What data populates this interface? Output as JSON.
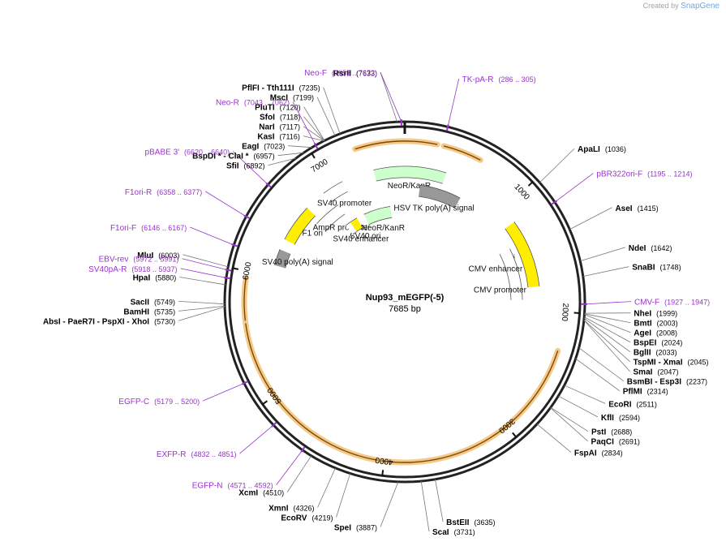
{
  "watermark": {
    "prefix": "Created by",
    "brand": "SnapGene"
  },
  "plasmid": {
    "name": "Nup93_mEGFP(-5)",
    "length_label": "7685 bp",
    "length": 7685
  },
  "colors": {
    "primer": "#9933cc",
    "site": "#000000",
    "ring": "#222222",
    "highlight": "#f5c98a",
    "ori": "#ffee00",
    "neo": "#ccffcc",
    "promoter": "#ffffff",
    "term": "#999999"
  },
  "ticks": [
    "1000",
    "2000",
    "3000",
    "4000",
    "5000",
    "6000",
    "7000"
  ],
  "sites": [
    {
      "name": "RsrII",
      "pos": "(7633)",
      "bp": 7633
    },
    {
      "name": "PflFI  - Tth111I",
      "pos": "(7235)",
      "bp": 7235
    },
    {
      "name": "MscI",
      "pos": "(7199)",
      "bp": 7199
    },
    {
      "name": "PluTI",
      "pos": "(7120)",
      "bp": 7120
    },
    {
      "name": "SfoI",
      "pos": "(7118)",
      "bp": 7118
    },
    {
      "name": "NarI",
      "pos": "(7117)",
      "bp": 7117
    },
    {
      "name": "KasI",
      "pos": "(7116)",
      "bp": 7116
    },
    {
      "name": "EagI",
      "pos": "(7023)",
      "bp": 7023
    },
    {
      "name": "BspDI * - ClaI *",
      "pos": "(6957)",
      "bp": 6957
    },
    {
      "name": "SfiI",
      "pos": "(6892)",
      "bp": 6892
    },
    {
      "name": "MluI",
      "pos": "(6003)",
      "bp": 6003
    },
    {
      "name": "HpaI",
      "pos": "(5880)",
      "bp": 5880
    },
    {
      "name": "SacII",
      "pos": "(5749)",
      "bp": 5749
    },
    {
      "name": "BamHI",
      "pos": "(5735)",
      "bp": 5735
    },
    {
      "name": "AbsI  - PaeR7I  - PspXI  - XhoI",
      "pos": "(5730)",
      "bp": 5730
    },
    {
      "name": "XcmI",
      "pos": "(4510)",
      "bp": 4510
    },
    {
      "name": "XmnI",
      "pos": "(4326)",
      "bp": 4326
    },
    {
      "name": "EcoRV",
      "pos": "(4219)",
      "bp": 4219
    },
    {
      "name": "SpeI",
      "pos": "(3887)",
      "bp": 3887
    },
    {
      "name": "ScaI",
      "pos": "(3731)",
      "bp": 3731
    },
    {
      "name": "BstEII",
      "pos": "(3635)",
      "bp": 3635
    },
    {
      "name": "ApaLI",
      "pos": "(1036)",
      "bp": 1036
    },
    {
      "name": "AseI",
      "pos": "(1415)",
      "bp": 1415
    },
    {
      "name": "NdeI",
      "pos": "(1642)",
      "bp": 1642
    },
    {
      "name": "SnaBI",
      "pos": "(1748)",
      "bp": 1748
    },
    {
      "name": "NheI",
      "pos": "(1999)",
      "bp": 1999
    },
    {
      "name": "BmtI",
      "pos": "(2003)",
      "bp": 2003
    },
    {
      "name": "AgeI",
      "pos": "(2008)",
      "bp": 2008
    },
    {
      "name": "BspEI",
      "pos": "(2024)",
      "bp": 2024
    },
    {
      "name": "BglII",
      "pos": "(2033)",
      "bp": 2033
    },
    {
      "name": "TspMI  - XmaI",
      "pos": "(2045)",
      "bp": 2045
    },
    {
      "name": "SmaI",
      "pos": "(2047)",
      "bp": 2047
    },
    {
      "name": "BsmBI  - Esp3I",
      "pos": "(2237)",
      "bp": 2237
    },
    {
      "name": "PflMI",
      "pos": "(2314)",
      "bp": 2314
    },
    {
      "name": "EcoRI",
      "pos": "(2511)",
      "bp": 2511
    },
    {
      "name": "KflI",
      "pos": "(2594)",
      "bp": 2594
    },
    {
      "name": "PstI",
      "pos": "(2688)",
      "bp": 2688
    },
    {
      "name": "PaqCI",
      "pos": "(2691)",
      "bp": 2691
    },
    {
      "name": "FspAI",
      "pos": "(2834)",
      "bp": 2834
    }
  ],
  "primers": [
    {
      "name": "Neo-F",
      "range": "(7653 .. 7672)",
      "bp": 7662
    },
    {
      "name": "TK-pA-R",
      "range": "(286 .. 305)",
      "bp": 295
    },
    {
      "name": "Neo-R",
      "range": "(7043 .. 7062)",
      "bp": 7052
    },
    {
      "name": "pBABE 3'",
      "range": "(6620 .. 6640)",
      "bp": 6630
    },
    {
      "name": "F1ori-R",
      "range": "(6358 .. 6377)",
      "bp": 6367
    },
    {
      "name": "F1ori-F",
      "range": "(6146 .. 6167)",
      "bp": 6156
    },
    {
      "name": "EBV-rev",
      "range": "(5972 .. 5991)",
      "bp": 5981
    },
    {
      "name": "SV40pA-R",
      "range": "(5918 .. 5937)",
      "bp": 5927
    },
    {
      "name": "EGFP-C",
      "range": "(5179 .. 5200)",
      "bp": 5190
    },
    {
      "name": "EXFP-R",
      "range": "(4832 .. 4851)",
      "bp": 4842
    },
    {
      "name": "EGFP-N",
      "range": "(4571 .. 4592)",
      "bp": 4581
    },
    {
      "name": "pBR322ori-F",
      "range": "(1195 .. 1214)",
      "bp": 1204
    },
    {
      "name": "CMV-F",
      "range": "(1927 .. 1947)",
      "bp": 1937
    }
  ],
  "features": [
    {
      "label": "NeoR/KanR",
      "start": 7400,
      "end": 380,
      "type": "neo",
      "track": 1
    },
    {
      "label": "HSV TK poly(A) signal",
      "start": 160,
      "end": 600,
      "type": "term",
      "track": 2
    },
    {
      "label": "ori",
      "start": 1150,
      "end": 1780,
      "type": "ori",
      "track": 1
    },
    {
      "label": "CMV enhancer",
      "start": 1350,
      "end": 1700,
      "type": "promoter",
      "track": 2
    },
    {
      "label": "CMV promoter",
      "start": 1700,
      "end": 1900,
      "type": "promoter",
      "track": 2
    },
    {
      "label": "F1 ori",
      "start": 6350,
      "end": 6700,
      "type": "ori",
      "track": 1
    },
    {
      "label": "AmpR promoter",
      "start": 6650,
      "end": 6950,
      "type": "promoter",
      "track": 2
    },
    {
      "label": "SV40 promoter",
      "start": 6900,
      "end": 7100,
      "type": "promoter",
      "track": 1
    },
    {
      "label": "SV40 poly(A) signal",
      "start": 6100,
      "end": 6250,
      "type": "term",
      "track": 1
    },
    {
      "label": "NeoR/KanR",
      "start": 7150,
      "end": 7500,
      "type": "neo",
      "track": 3
    },
    {
      "label": "SV40 ori",
      "start": 6950,
      "end": 7050,
      "type": "ori",
      "track": 3
    },
    {
      "label": "SV40 enhancer",
      "start": 6880,
      "end": 6950,
      "type": "promoter",
      "track": 3
    }
  ]
}
